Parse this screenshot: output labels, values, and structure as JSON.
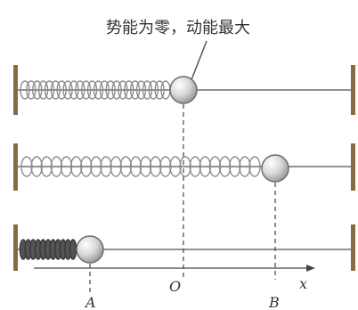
{
  "annotation": "势能为零，动能最大",
  "points": {
    "A": "A",
    "O": "O",
    "B": "B"
  },
  "axis": {
    "label": "x"
  },
  "colors": {
    "wall": "#8a6a43",
    "rail": "#6f6f6f",
    "spring": "#8c8c8c",
    "spring_compressed": "#3b3b3b",
    "ball_fill": "#d8d8d8",
    "ball_stroke": "#6c6c6c",
    "text": "#333333"
  }
}
